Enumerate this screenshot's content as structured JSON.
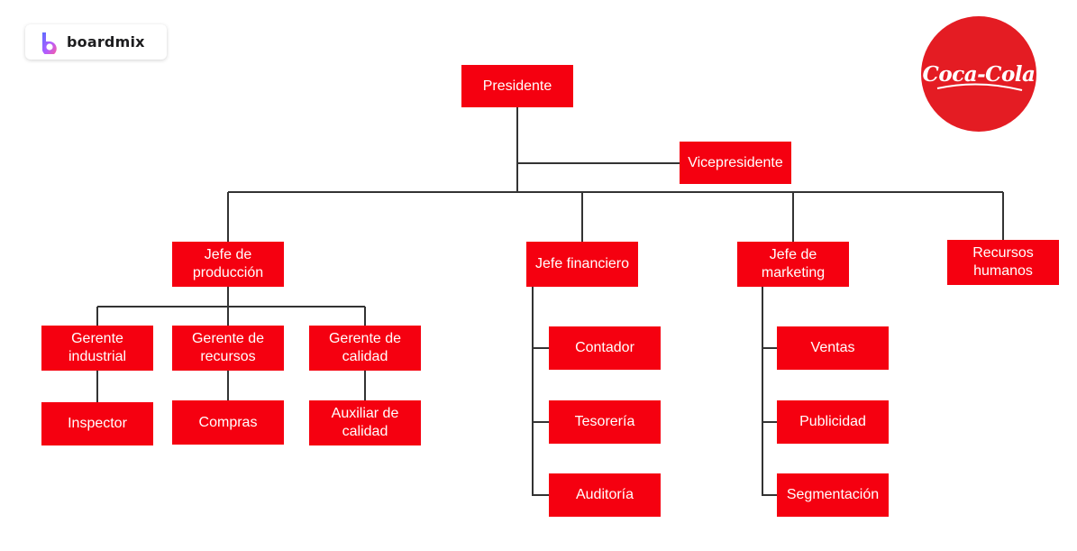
{
  "brand": {
    "name": "boardmix"
  },
  "logo": {
    "text": "Coca-Cola",
    "color": "#e41c23"
  },
  "colors": {
    "node": "#f50010",
    "line": "#333333",
    "text": "#ffffff"
  },
  "nodes": {
    "presidente": "Presidente",
    "vicepresidente": "Vicepresidente",
    "jefe_produccion": [
      "Jefe de",
      "producción"
    ],
    "jefe_financiero": "Jefe financiero",
    "jefe_marketing": [
      "Jefe de",
      "marketing"
    ],
    "recursos_humanos": [
      "Recursos",
      "humanos"
    ],
    "gerente_industrial": [
      "Gerente",
      "industrial"
    ],
    "gerente_recursos": [
      "Gerente de",
      "recursos"
    ],
    "gerente_calidad": [
      "Gerente de",
      "calidad"
    ],
    "inspector": "Inspector",
    "compras": "Compras",
    "auxiliar_calidad": [
      "Auxiliar de",
      "calidad"
    ],
    "contador": "Contador",
    "tesoreria": "Tesorería",
    "auditoria": "Auditoría",
    "ventas": "Ventas",
    "publicidad": "Publicidad",
    "segmentacion": "Segmentación"
  }
}
